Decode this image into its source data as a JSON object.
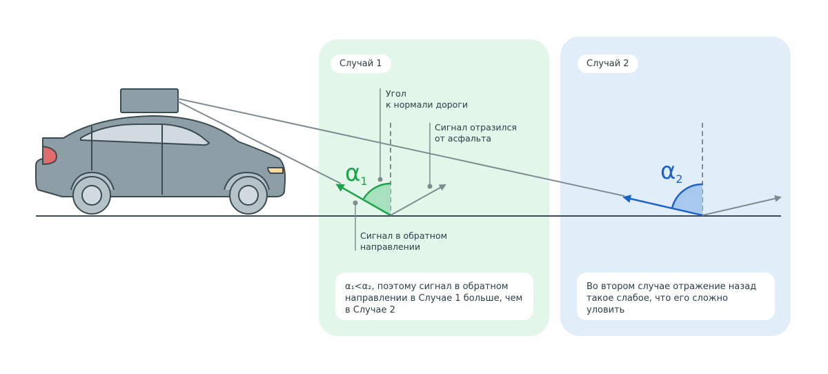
{
  "case1": {
    "badge": "Случай 1",
    "label_angle_line1": "Угол",
    "label_angle_line2": "к нормали дороги",
    "label_reflected_line1": "Сигнал отразился",
    "label_reflected_line2": "от асфальта",
    "label_back_line1": "Сигнал в обратном",
    "label_back_line2": "направлении",
    "alpha_symbol": "α",
    "alpha_index": "1",
    "note": "α₁<α₂, поэтому сигнал в обратном направлении в Случае 1 больше, чем в Случае 2",
    "accent_color": "#1aa34a",
    "fill_color": "#a6e0bd",
    "background": "#e2f6ea"
  },
  "case2": {
    "badge": "Случай 2",
    "alpha_symbol": "α",
    "alpha_index": "2",
    "note": "Во втором случае отражение назад такое слабое, что его сложно уловить",
    "accent_color": "#1a63c8",
    "fill_color": "#a9c8ee",
    "background": "#e2edfa"
  },
  "illustration": {
    "car_body_color": "#8d9ea6",
    "car_outline_color": "#3a4a50",
    "window_color": "#d1dadf",
    "tail_light_color": "#e26b6b",
    "head_light_color": "#fbd9a0",
    "beam_color": "#7f8b8f"
  }
}
